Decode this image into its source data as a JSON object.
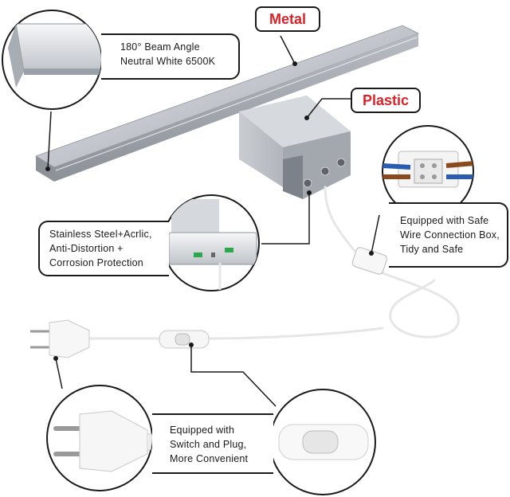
{
  "labels": {
    "metal": "Metal",
    "plastic": "Plastic"
  },
  "callouts": {
    "beam": [
      "180° Beam Angle",
      "Neutral White 6500K"
    ],
    "material": [
      "Stainless Steel+Acrlic,",
      "Anti-Distortion  +",
      "Corrosion Protection"
    ],
    "wiring": [
      "Equipped with Safe",
      "Wire Connection Box,",
      "Tidy and Safe"
    ],
    "switch": [
      "Equipped with",
      "Switch and Plug,",
      "More Convenient"
    ]
  },
  "colors": {
    "label_text": "#d8232a",
    "outline": "#1a1a1a",
    "lamp_silver": "#c9ccd1",
    "cable_white": "#f2f2f2"
  }
}
